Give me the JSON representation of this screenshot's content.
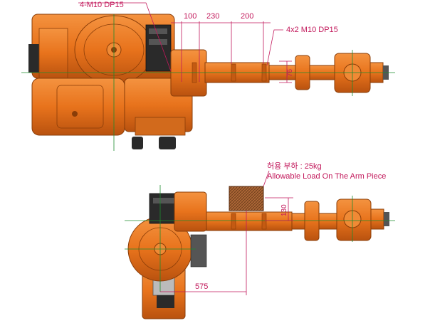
{
  "top_view": {
    "hole_note": "4-M10 DP15",
    "dim_a": "100",
    "dim_b": "230",
    "dim_c": "200",
    "holes_note": "4x2  M10 DP15",
    "dim_vertical": "76"
  },
  "side_view": {
    "load_note_korean": "허용 부하 : 25kg",
    "load_note_english": "Allowable Load On The Arm Piece",
    "dim_vertical": "130",
    "dim_reach": "575"
  },
  "colors": {
    "robot_orange": "#e8731c",
    "robot_dark": "#a84a0a",
    "dimension_line": "#c2185b",
    "center_line": "#1e8c2e",
    "motor_black": "#2a2a2a",
    "load_block": "#a5602e"
  }
}
